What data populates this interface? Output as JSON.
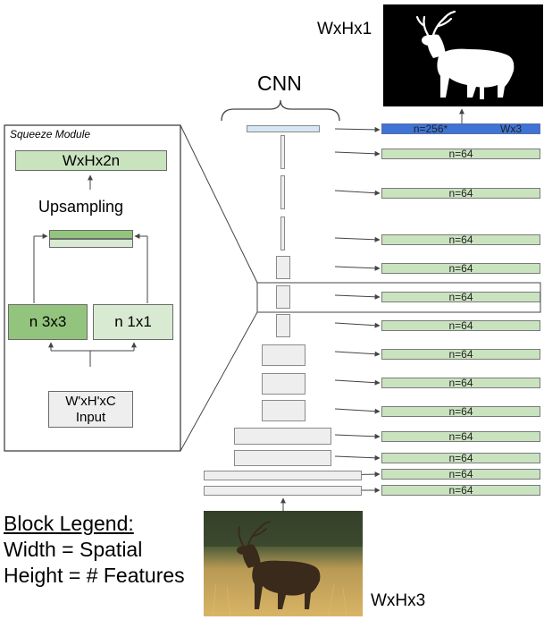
{
  "labels": {
    "output_dims": "WxHx1",
    "input_dims": "WxHx3",
    "cnn": "CNN"
  },
  "squeeze": {
    "title": "Squeeze Module",
    "output": "WxHx2n",
    "upsampling": "Upsampling",
    "conv3": "n 3x3",
    "conv1": "n 1x1",
    "input_line1": "W'xH'xC",
    "input_line2": "Input"
  },
  "features": {
    "top_n": "n=256*",
    "top_dims": "Wx3",
    "rows": [
      "n=64",
      "n=64",
      "n=64",
      "n=64",
      "n=64",
      "n=64",
      "n=64",
      "n=64",
      "n=64",
      "n=64",
      "n=64",
      "n=64"
    ]
  },
  "legend": {
    "title": "Block Legend:",
    "width_line": "Width = Spatial",
    "height_line": "Height = # Features"
  },
  "colors": {
    "feature_green": "#c9e3bf",
    "feature_blue": "#3f74d6",
    "conv3_green": "#93c47d",
    "conv1_green": "#d9ead3",
    "cnn_block": "#eeeeee"
  }
}
